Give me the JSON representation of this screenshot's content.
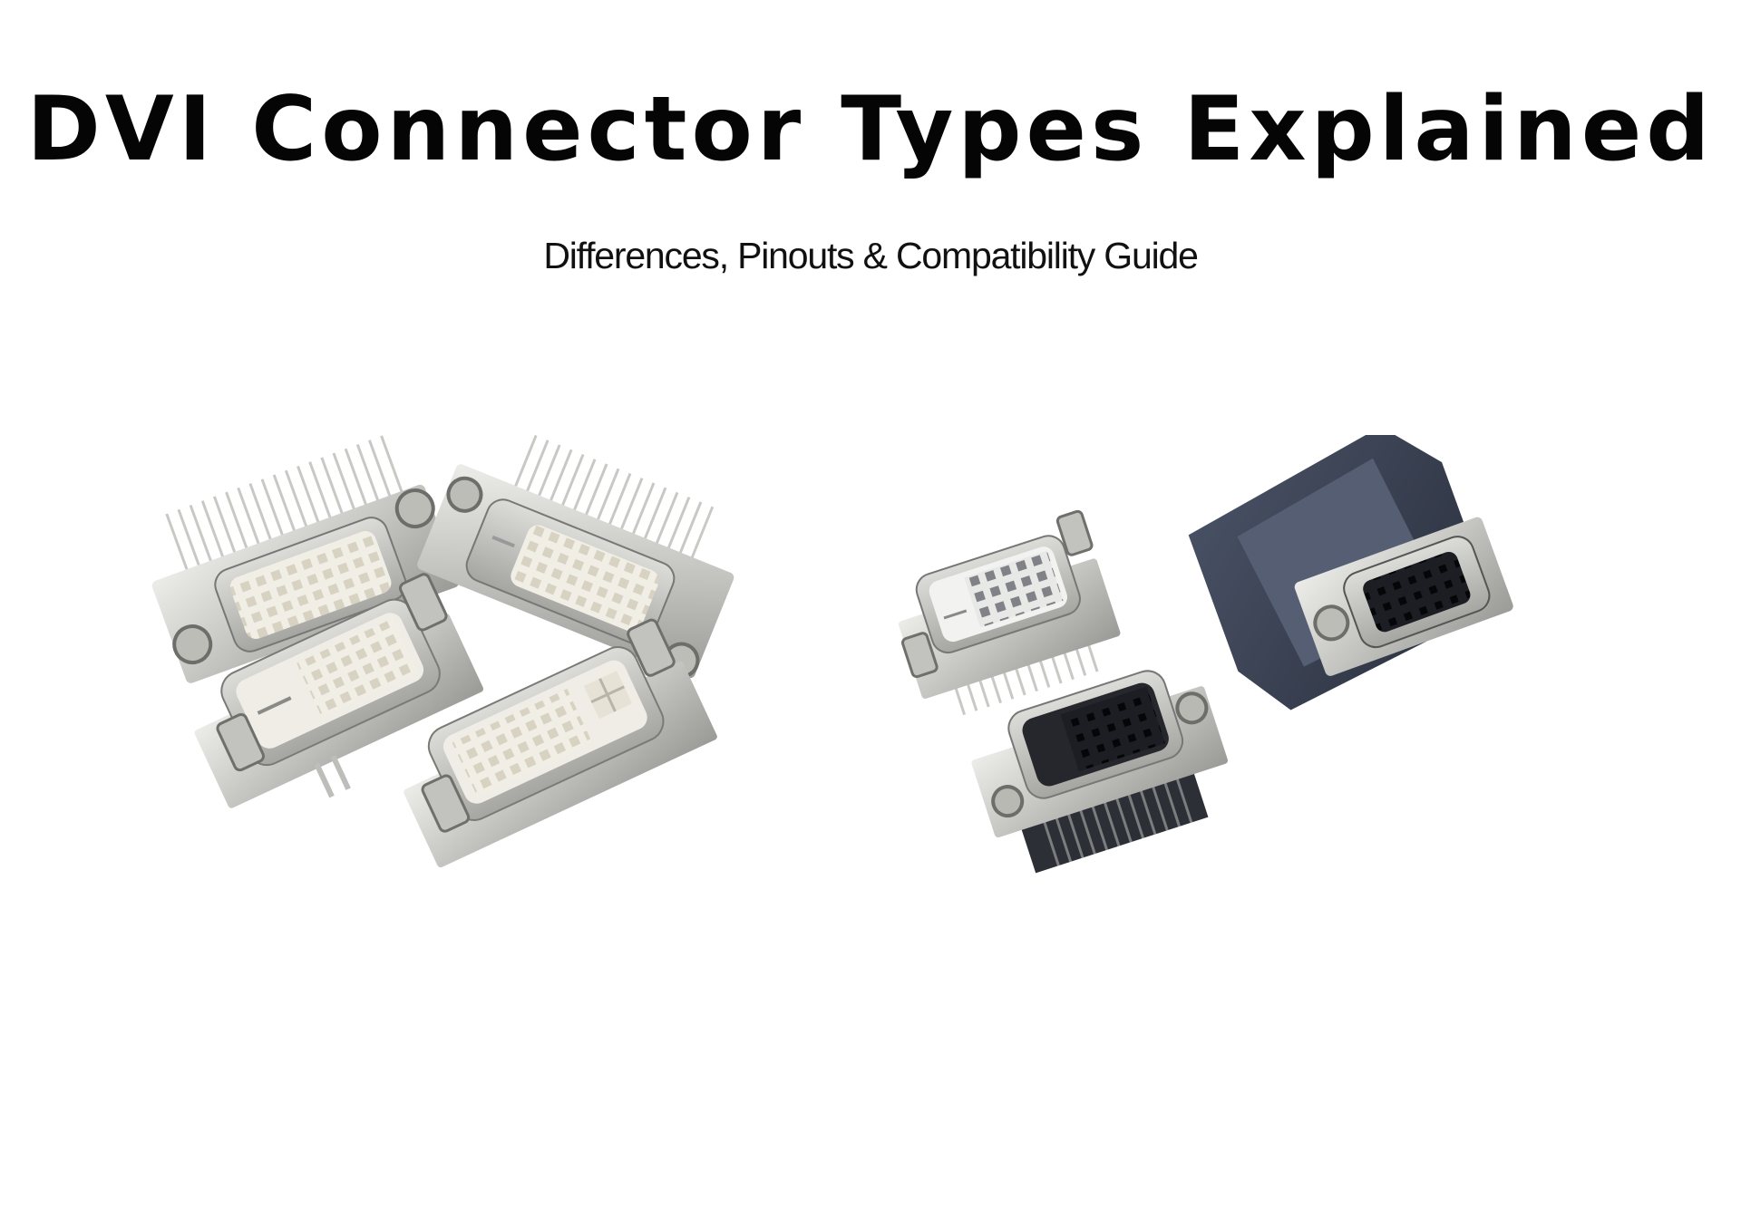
{
  "header": {
    "title": "DVI Connector Types Explained",
    "subtitle": "Differences, Pinouts & Compatibility Guide"
  },
  "image": {
    "description": "Product photo of seven DVI female connectors",
    "groups": [
      {
        "name": "silver-connectors",
        "count": 4,
        "variants": [
          "right-angle",
          "right-angle",
          "vertical",
          "vertical"
        ]
      },
      {
        "name": "mixed-connectors",
        "count": 3,
        "variants": [
          "right-angle silver",
          "right-angle black insert",
          "black housing right-angle"
        ]
      }
    ]
  },
  "colors": {
    "background": "#ffffff",
    "text": "#050505",
    "metal": "#c9c9c6",
    "metal_dark": "#8e8e8a",
    "insert_white": "#efece4",
    "housing_dark": "#3a4254"
  }
}
